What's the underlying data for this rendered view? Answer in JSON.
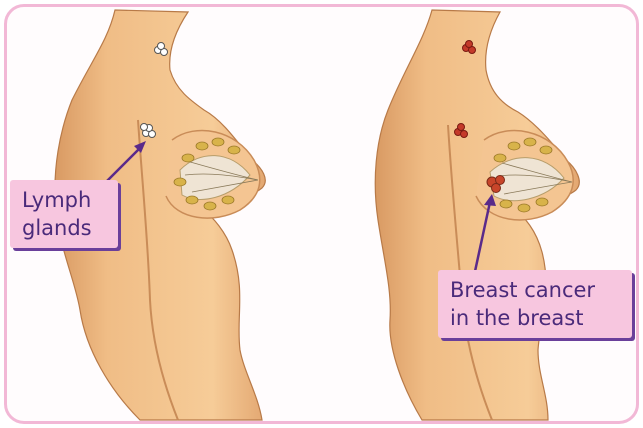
{
  "labels": {
    "lymph_line1": "Lymph",
    "lymph_line2": "glands",
    "cancer_line1": "Breast cancer",
    "cancer_line2": "in the breast"
  },
  "colors": {
    "border": "#f2b8d6",
    "label_bg": "#f7c6df",
    "label_shadow": "#6a3f9a",
    "arrow": "#5a2a8a",
    "skin": "#f3c48f",
    "skin_shadow": "#d99a63",
    "gland": "#d8b34a",
    "cancer_red": "#c43a2a"
  }
}
